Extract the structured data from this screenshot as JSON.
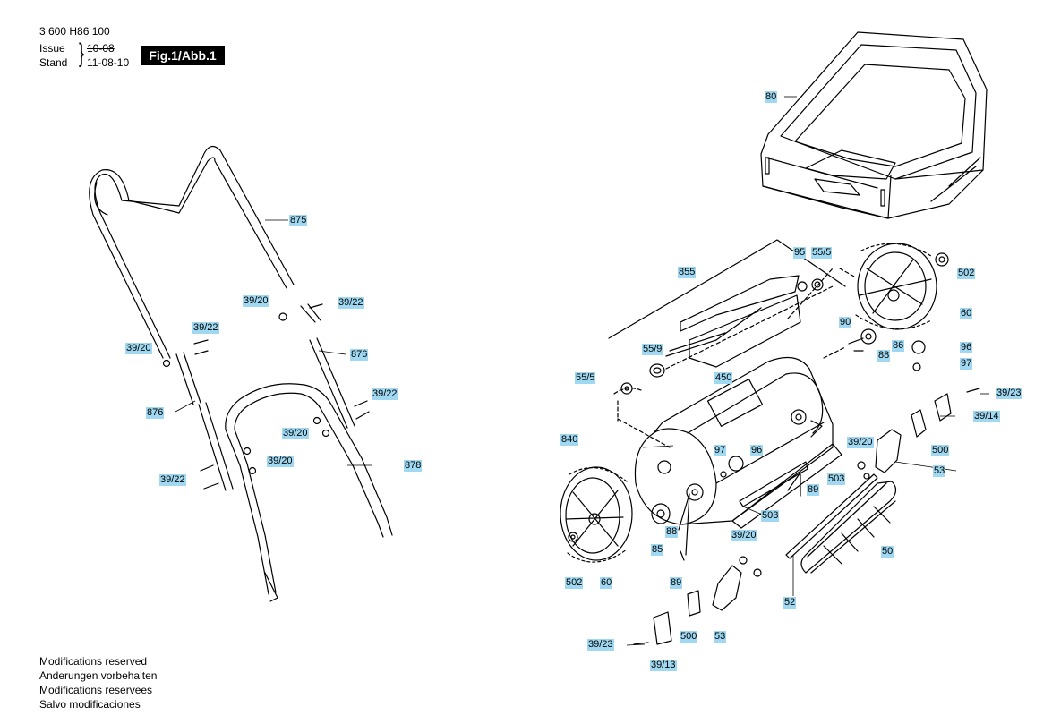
{
  "header": {
    "part_number": "3 600 H86 100",
    "issue_label": "Issue",
    "stand_label": "Stand",
    "issue_date_struck": "10-08",
    "stand_date": "11-08-10",
    "figure_badge": "Fig.1/Abb.1"
  },
  "callouts": {
    "c80": "80",
    "c875": "875",
    "c39_20_a": "39/20",
    "c39_22_a": "39/22",
    "c39_22_b": "39/22",
    "c39_20_b": "39/20",
    "c876_a": "876",
    "c876_b": "876",
    "c39_22_c": "39/22",
    "c39_20_c": "39/20",
    "c39_20_d": "39/20",
    "c39_22_d": "39/22",
    "c878": "878",
    "c855": "855",
    "c95": "95",
    "c55_5_a": "55/5",
    "c502_a": "502",
    "c60_a": "60",
    "c90": "90",
    "c86": "86",
    "c88_a": "88",
    "c96_a": "96",
    "c97_a": "97",
    "c55_9": "55/9",
    "c55_5_b": "55/5",
    "c450": "450",
    "c39_23_a": "39/23",
    "c39_14": "39/14",
    "c840": "840",
    "c97_b": "97",
    "c96_b": "96",
    "c39_20_e": "39/20",
    "c500_a": "500",
    "c503_a": "503",
    "c53_a": "53",
    "c89_a": "89",
    "c503_b": "503",
    "c88_b": "88",
    "c85": "85",
    "c39_20_f": "39/20",
    "c50": "50",
    "c502_b": "502",
    "c60_b": "60",
    "c89_b": "89",
    "c52": "52",
    "c500_b": "500",
    "c53_b": "53",
    "c39_23_b": "39/23",
    "c39_13": "39/13"
  },
  "footer": {
    "line1": "Modifications reserved",
    "line2": "Anderungen vorbehalten",
    "line3": "Modifications reservees",
    "line4": "Salvo modificaciones"
  }
}
